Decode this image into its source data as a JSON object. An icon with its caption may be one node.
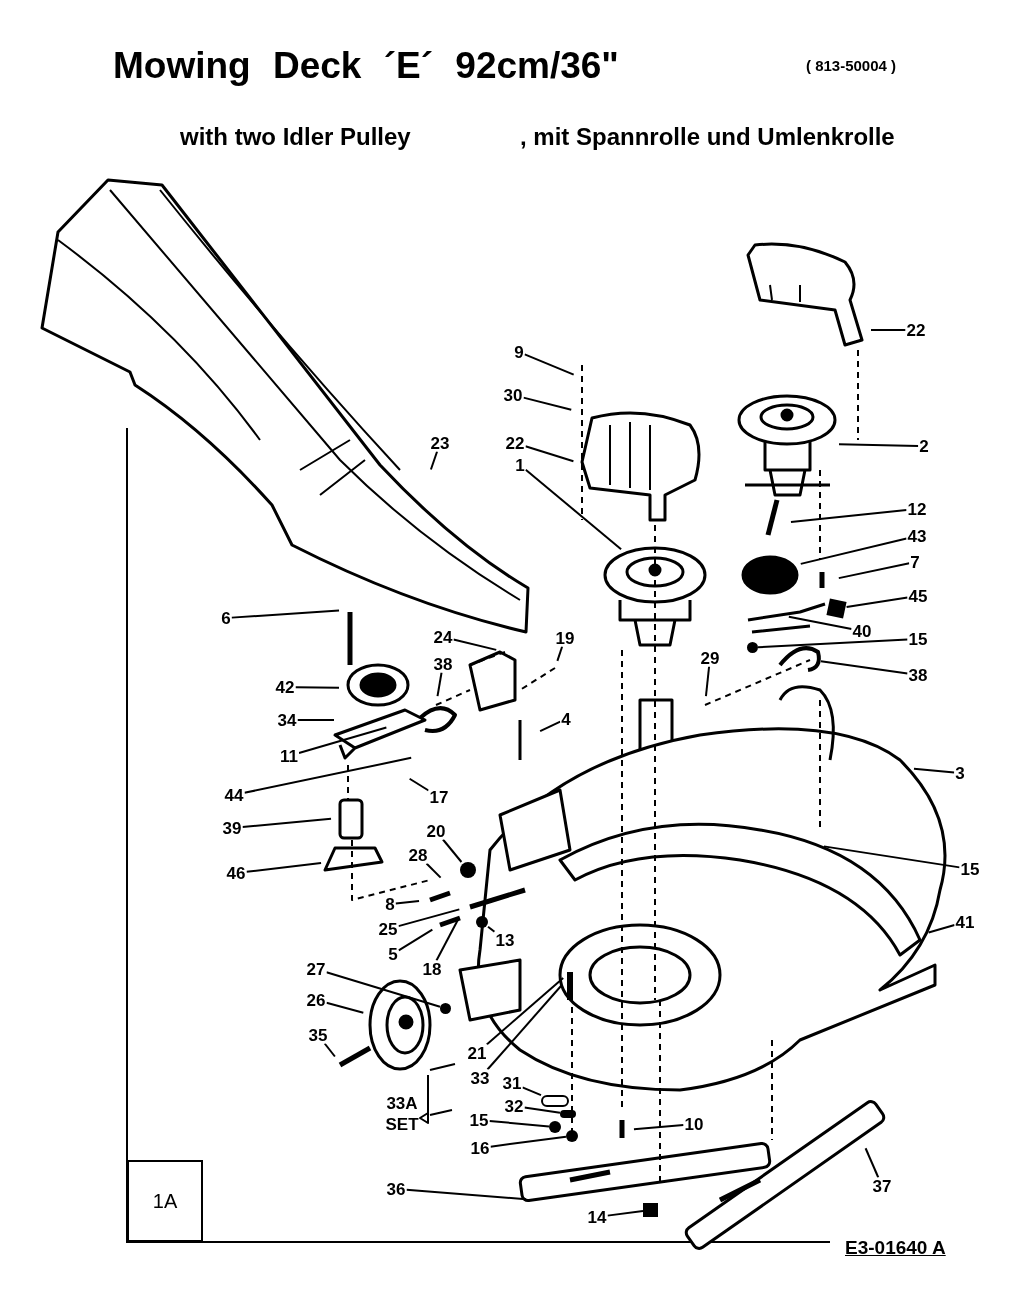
{
  "diagram": {
    "title": "Mowing Deck ´E´ 92cm/36\"",
    "nodes": [
      {
        "text": [
          "9"
        ]
      },
      {
        "text": [
          "30"
        ]
      },
      {
        "text": [
          "22"
        ]
      },
      {
        "text": [
          "22"
        ]
      },
      {
        "text": [
          "1"
        ]
      },
      {
        "text": [
          "2"
        ]
      },
      {
        "text": [
          "23"
        ]
      },
      {
        "text": [
          "12"
        ]
      },
      {
        "text": [
          "43"
        ]
      },
      {
        "text": [
          "7"
        ]
      },
      {
        "text": [
          "45"
        ]
      },
      {
        "text": [
          "40"
        ]
      },
      {
        "text": [
          "15"
        ]
      },
      {
        "text": [
          "6"
        ]
      },
      {
        "text": [
          "24"
        ]
      },
      {
        "text": [
          "19"
        ]
      },
      {
        "text": [
          "38"
        ]
      },
      {
        "text": [
          "29"
        ]
      },
      {
        "text": [
          "38"
        ]
      },
      {
        "text": [
          "42"
        ]
      },
      {
        "text": [
          "34"
        ]
      },
      {
        "text": [
          "4"
        ]
      },
      {
        "text": [
          "11"
        ]
      },
      {
        "text": [
          "44"
        ]
      },
      {
        "text": [
          "17"
        ]
      },
      {
        "text": [
          "3"
        ]
      },
      {
        "text": [
          "39"
        ]
      },
      {
        "text": [
          "20"
        ]
      },
      {
        "text": [
          "46"
        ]
      },
      {
        "text": [
          "28"
        ]
      },
      {
        "text": [
          "15"
        ]
      },
      {
        "text": [
          "8"
        ]
      },
      {
        "text": [
          "25"
        ]
      },
      {
        "text": [
          "41"
        ]
      },
      {
        "text": [
          "5"
        ]
      },
      {
        "text": [
          "13"
        ]
      },
      {
        "text": [
          "18"
        ]
      },
      {
        "text": [
          "27"
        ]
      },
      {
        "text": [
          "26"
        ]
      },
      {
        "text": [
          "35"
        ]
      },
      {
        "text": [
          "21"
        ]
      },
      {
        "text": [
          "33"
        ]
      },
      {
        "text": [
          "31"
        ]
      },
      {
        "text": [
          "32"
        ]
      },
      {
        "text": [
          "15"
        ]
      },
      {
        "text": [
          "10"
        ]
      },
      {
        "text": [
          "16"
        ]
      },
      {
        "text": [
          "37"
        ]
      },
      {
        "text": [
          "36"
        ]
      },
      {
        "text": [
          "14"
        ]
      },
      {
        "text": [
          "1A"
        ]
      },
      {
        "text": [],
        "shape": "box"
      },
      {
        "text": [],
        "shape": "circle"
      },
      {
        "text": [],
        "shape": "circle"
      },
      {
        "text": [],
        "shape": "circle"
      },
      {
        "text": [],
        "shape": "circle"
      },
      {
        "text": [],
        "shape": "circle"
      },
      {
        "text": [],
        "shape": "circle"
      },
      {
        "text": [],
        "shape": "circle"
      },
      {
        "text": [],
        "shape": "circle"
      },
      {
        "text": [],
        "shape": "box"
      }
    ],
    "edges": [
      {
        "from": 0,
        "to": null,
        "arrow": "none"
      },
      {
        "from": 1,
        "to": null,
        "arrow": "none"
      },
      {
        "from": 2,
        "to": null,
        "arrow": "none"
      },
      {
        "from": 3,
        "to": null,
        "arrow": "none"
      },
      {
        "from": 4,
        "to": null,
        "arrow": "none"
      },
      {
        "from": 5,
        "to": null,
        "arrow": "none"
      },
      {
        "from": 6,
        "to": null,
        "arrow": "none"
      },
      {
        "from": 7,
        "to": null,
        "arrow": "none"
      },
      {
        "from": 8,
        "to": null,
        "arrow": "none"
      },
      {
        "from": 9,
        "to": null,
        "arrow": "none"
      },
      {
        "from": 10,
        "to": 51,
        "arrow": "none"
      },
      {
        "from": 11,
        "to": null,
        "arrow": "none"
      },
      {
        "from": 12,
        "to": 52,
        "arrow": "none"
      },
      {
        "from": 13,
        "to": null,
        "arrow": "none"
      },
      {
        "from": 14,
        "to": null,
        "arrow": "none"
      },
      {
        "from": 15,
        "to": null,
        "arrow": "none"
      },
      {
        "from": 16,
        "to": null,
        "arrow": "none"
      },
      {
        "from": 17,
        "to": null,
        "arrow": "none"
      },
      {
        "from": 18,
        "to": null,
        "arrow": "none"
      },
      {
        "from": 19,
        "to": null,
        "arrow": "none"
      },
      {
        "from": 20,
        "to": null,
        "arrow": "none"
      },
      {
        "from": 21,
        "to": null,
        "arrow": "none"
      },
      {
        "from": 22,
        "to": null,
        "arrow": "none"
      },
      {
        "from": 23,
        "to": null,
        "arrow": "none"
      },
      {
        "from": 24,
        "to": null,
        "arrow": "none"
      },
      {
        "from": 25,
        "to": null,
        "arrow": "none"
      },
      {
        "from": 26,
        "to": null,
        "arrow": "none"
      },
      {
        "from": 27,
        "to": 53,
        "arrow": "none"
      },
      {
        "from": 28,
        "to": null,
        "arrow": "none"
      },
      {
        "from": 29,
        "to": null,
        "arrow": "none"
      },
      {
        "from": 30,
        "to": null,
        "arrow": "none"
      },
      {
        "from": 31,
        "to": null,
        "arrow": "none"
      },
      {
        "from": 32,
        "to": null,
        "arrow": "none"
      },
      {
        "from": 33,
        "to": null,
        "arrow": "none"
      },
      {
        "from": 34,
        "to": null,
        "arrow": "none"
      },
      {
        "from": 35,
        "to": 54,
        "arrow": "none"
      },
      {
        "from": 36,
        "to": null,
        "arrow": "none"
      },
      {
        "from": 37,
        "to": 55,
        "arrow": "none"
      },
      {
        "from": 38,
        "to": null,
        "arrow": "none"
      },
      {
        "from": 39,
        "to": null,
        "arrow": "none"
      },
      {
        "from": 40,
        "to": null,
        "arrow": "none"
      },
      {
        "from": 41,
        "to": null,
        "arrow": "none"
      },
      {
        "from": 42,
        "to": 56,
        "arrow": "none"
      },
      {
        "from": 43,
        "to": 57,
        "arrow": "none"
      },
      {
        "from": 44,
        "to": 58,
        "arrow": "none"
      },
      {
        "from": 45,
        "to": null,
        "arrow": "none"
      },
      {
        "from": 46,
        "to": 59,
        "arrow": "none"
      },
      {
        "from": 47,
        "to": null,
        "arrow": "none"
      },
      {
        "from": 48,
        "to": null,
        "arrow": "none"
      },
      {
        "from": 49,
        "to": 60,
        "arrow": "none"
      }
    ],
    "labels": [
      "( 813-50004 )",
      "with two Idler Pulley",
      ", mit Spannrolle und Umlenkrolle",
      "33A SET",
      "E3-01640 A"
    ]
  }
}
